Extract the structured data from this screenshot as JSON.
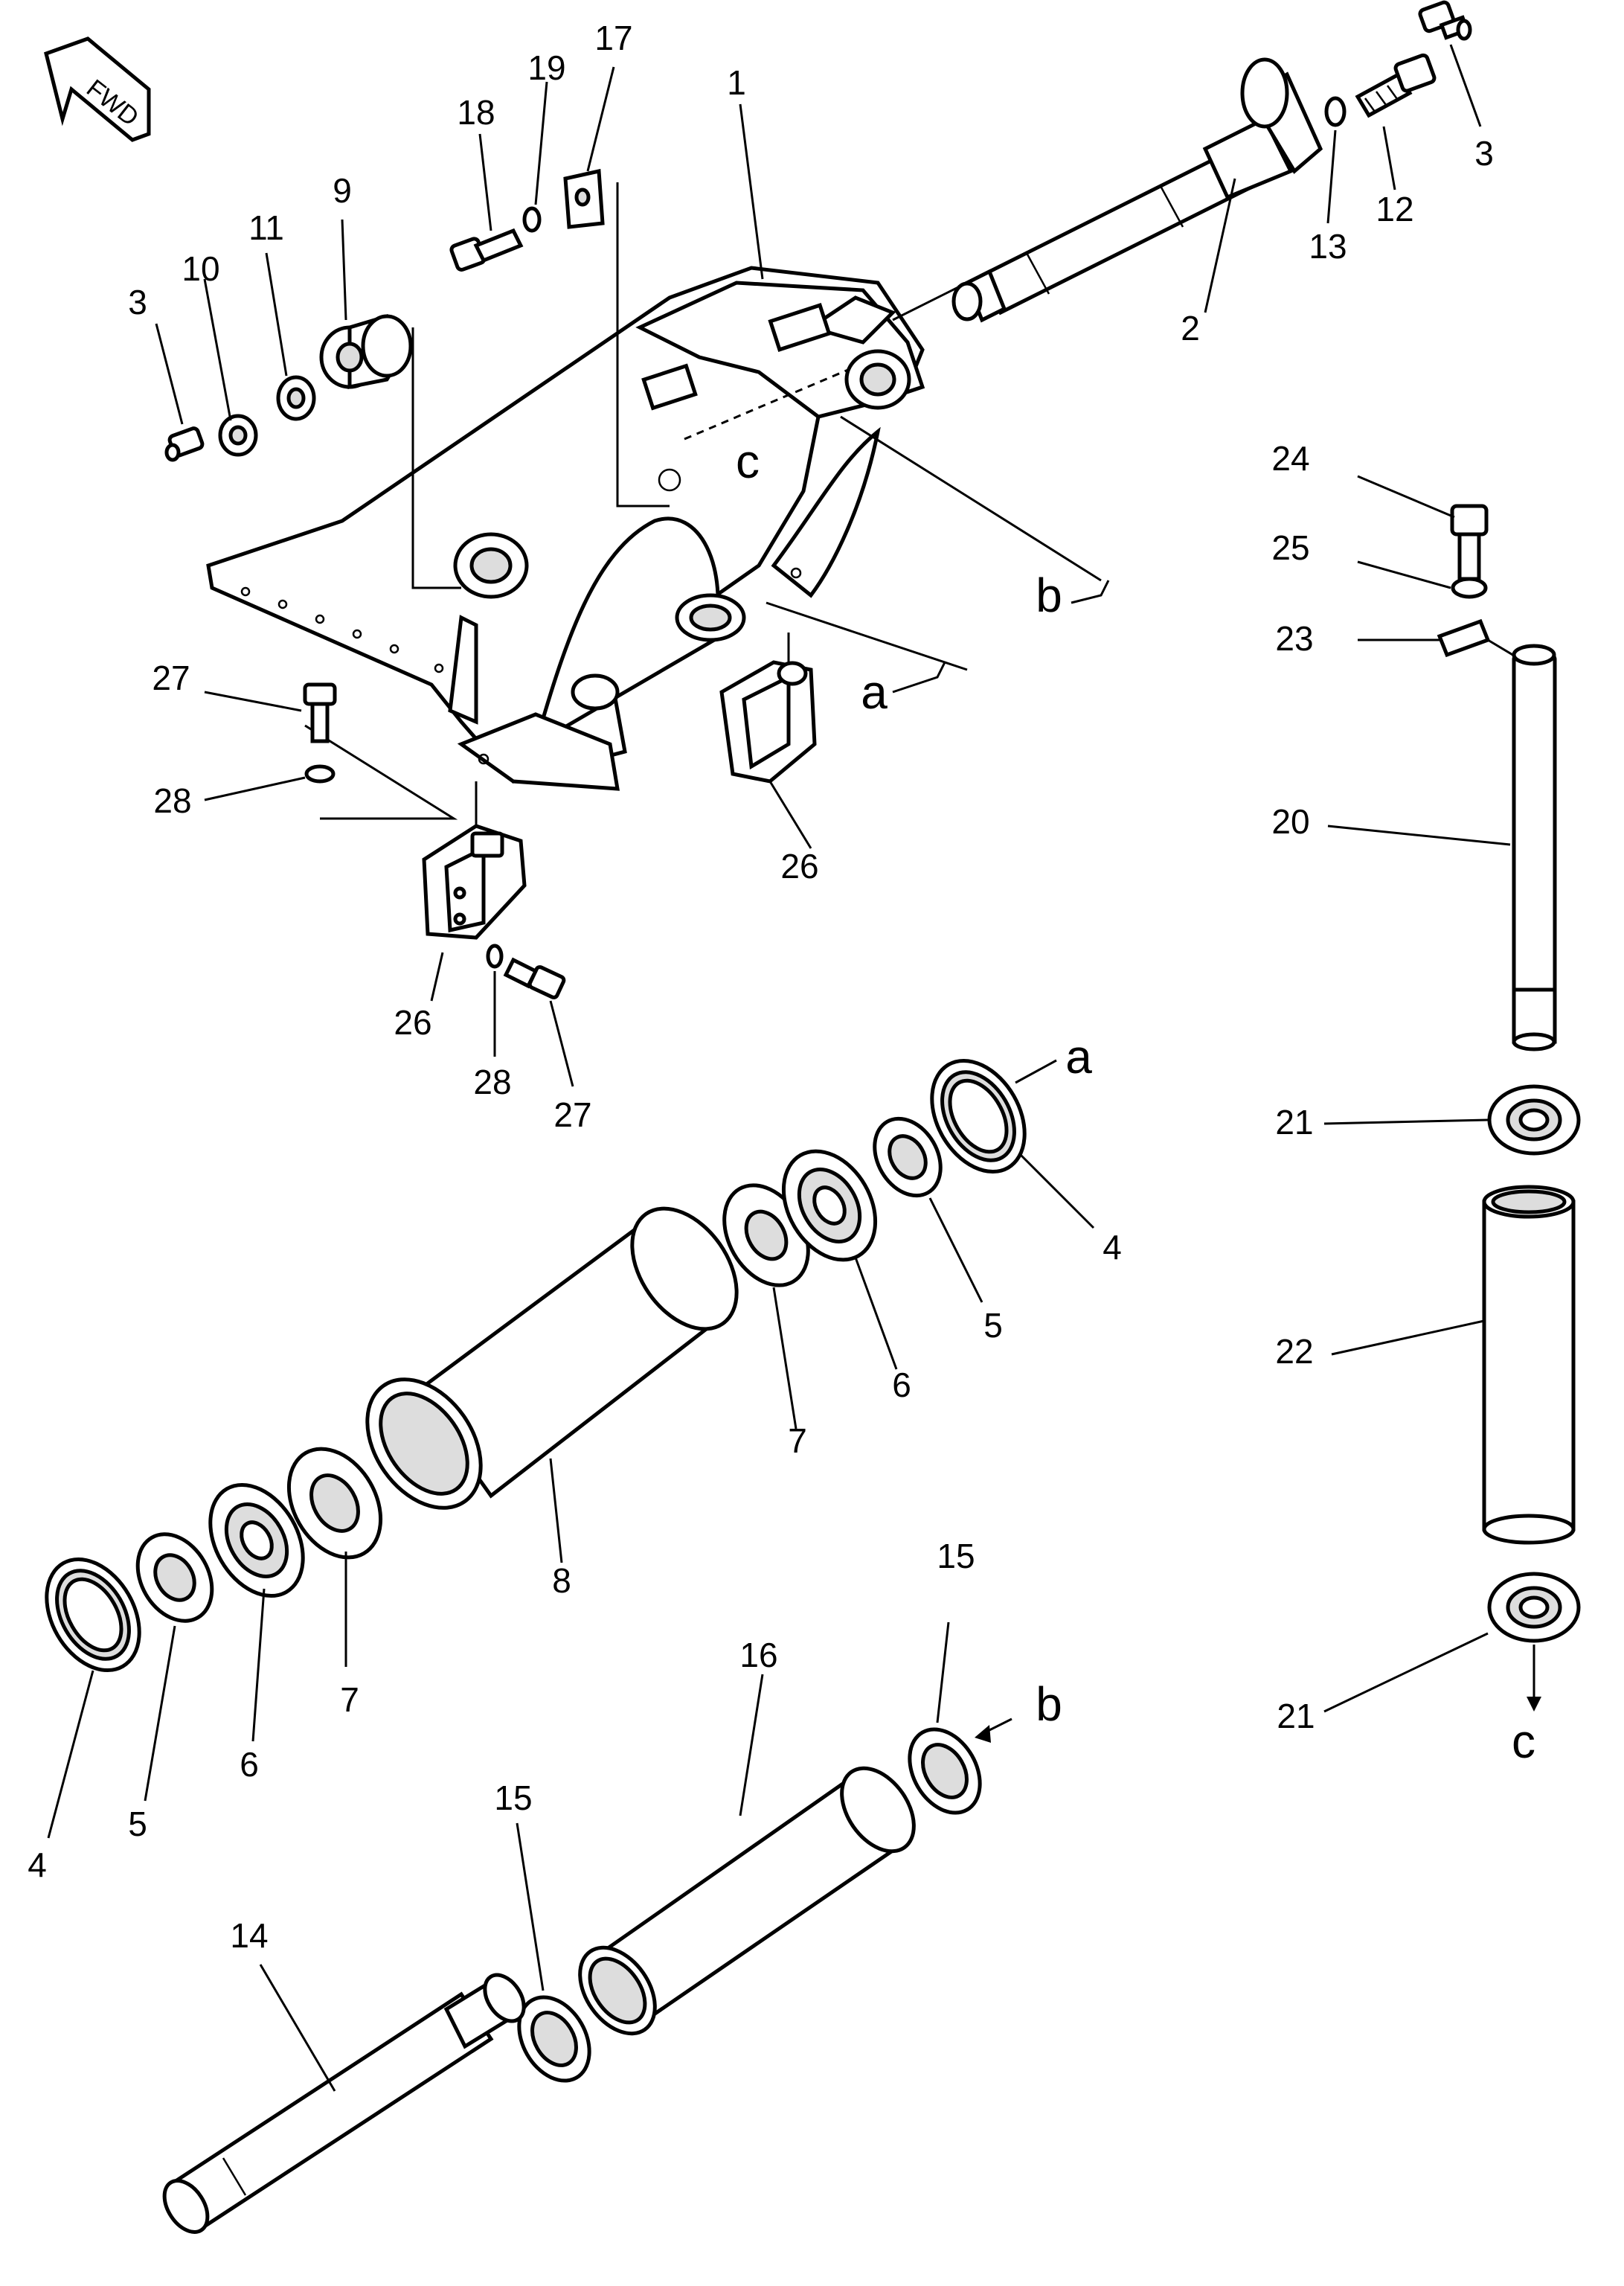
{
  "fwd_label": "FWD",
  "parts": {
    "p1": "1",
    "p2": "2",
    "p3a": "3",
    "p3b": "3",
    "p4a": "4",
    "p4b": "4",
    "p5a": "5",
    "p5b": "5",
    "p6a": "6",
    "p6b": "6",
    "p7a": "7",
    "p7b": "7",
    "p8": "8",
    "p9": "9",
    "p10": "10",
    "p11": "11",
    "p12": "12",
    "p13": "13",
    "p14": "14",
    "p15a": "15",
    "p15b": "15",
    "p16": "16",
    "p17": "17",
    "p18": "18",
    "p19": "19",
    "p20": "20",
    "p21a": "21",
    "p21b": "21",
    "p22": "22",
    "p23": "23",
    "p24": "24",
    "p25": "25",
    "p26a": "26",
    "p26b": "26",
    "p27a": "27",
    "p27b": "27",
    "p28a": "28",
    "p28b": "28"
  },
  "refs": {
    "a1": "a",
    "a2": "a",
    "b1": "b",
    "b2": "b",
    "c1": "c",
    "c2": "c"
  }
}
